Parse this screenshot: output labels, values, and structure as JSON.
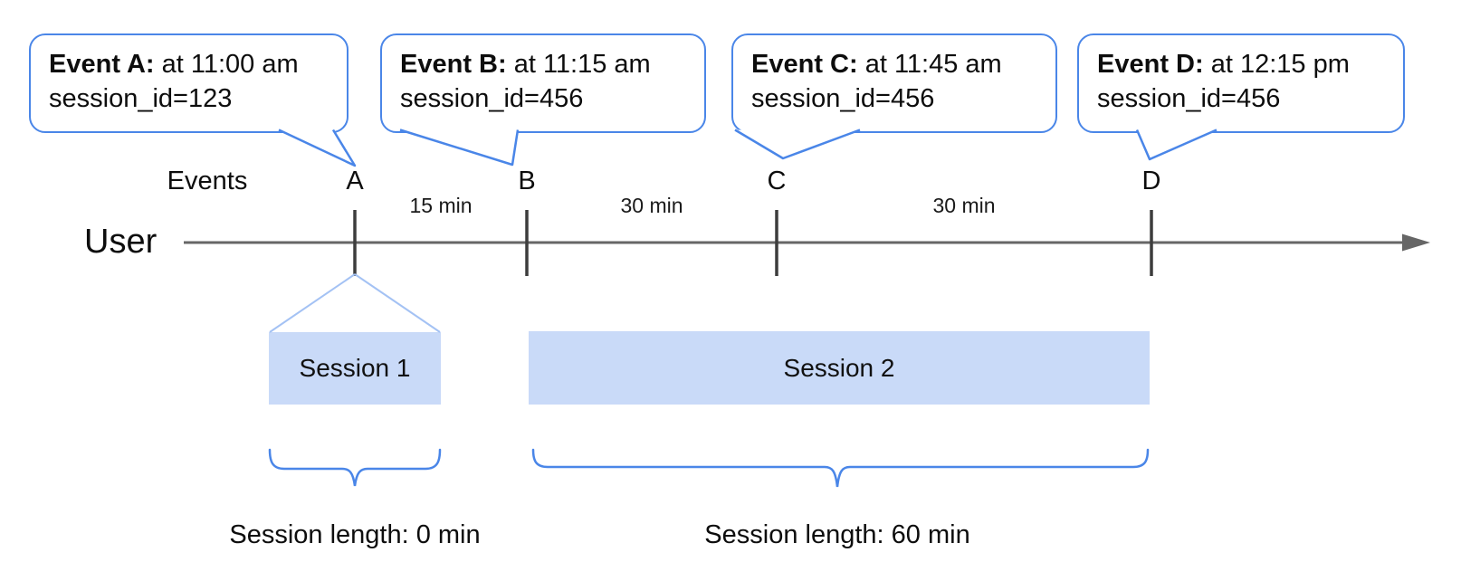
{
  "axis": {
    "events_label": "Events",
    "user_label": "User"
  },
  "callouts": [
    {
      "marker": "A",
      "name": "Event A:",
      "detail": " at 11:00 am",
      "session_line": "session_id=123"
    },
    {
      "marker": "B",
      "name": "Event B:",
      "detail": " at 11:15 am",
      "session_line": "session_id=456"
    },
    {
      "marker": "C",
      "name": "Event C:",
      "detail": " at 11:45 am",
      "session_line": "session_id=456"
    },
    {
      "marker": "D",
      "name": "Event D:",
      "detail": " at 12:15 pm",
      "session_line": "session_id=456"
    }
  ],
  "intervals": [
    {
      "label": "15 min"
    },
    {
      "label": "30 min"
    },
    {
      "label": "30 min"
    }
  ],
  "sessions": [
    {
      "label": "Session 1",
      "length": "Session length: 0 min"
    },
    {
      "label": "Session 2",
      "length": "Session length: 60 min"
    }
  ],
  "colors": {
    "callout_border": "#4a86e8",
    "brace": "#4a86e8",
    "funnel_line": "#a4c2f4",
    "session_fill": "#c9daf8",
    "timeline": "#666666",
    "tick": "#3d3d3d",
    "text": "#000000"
  }
}
